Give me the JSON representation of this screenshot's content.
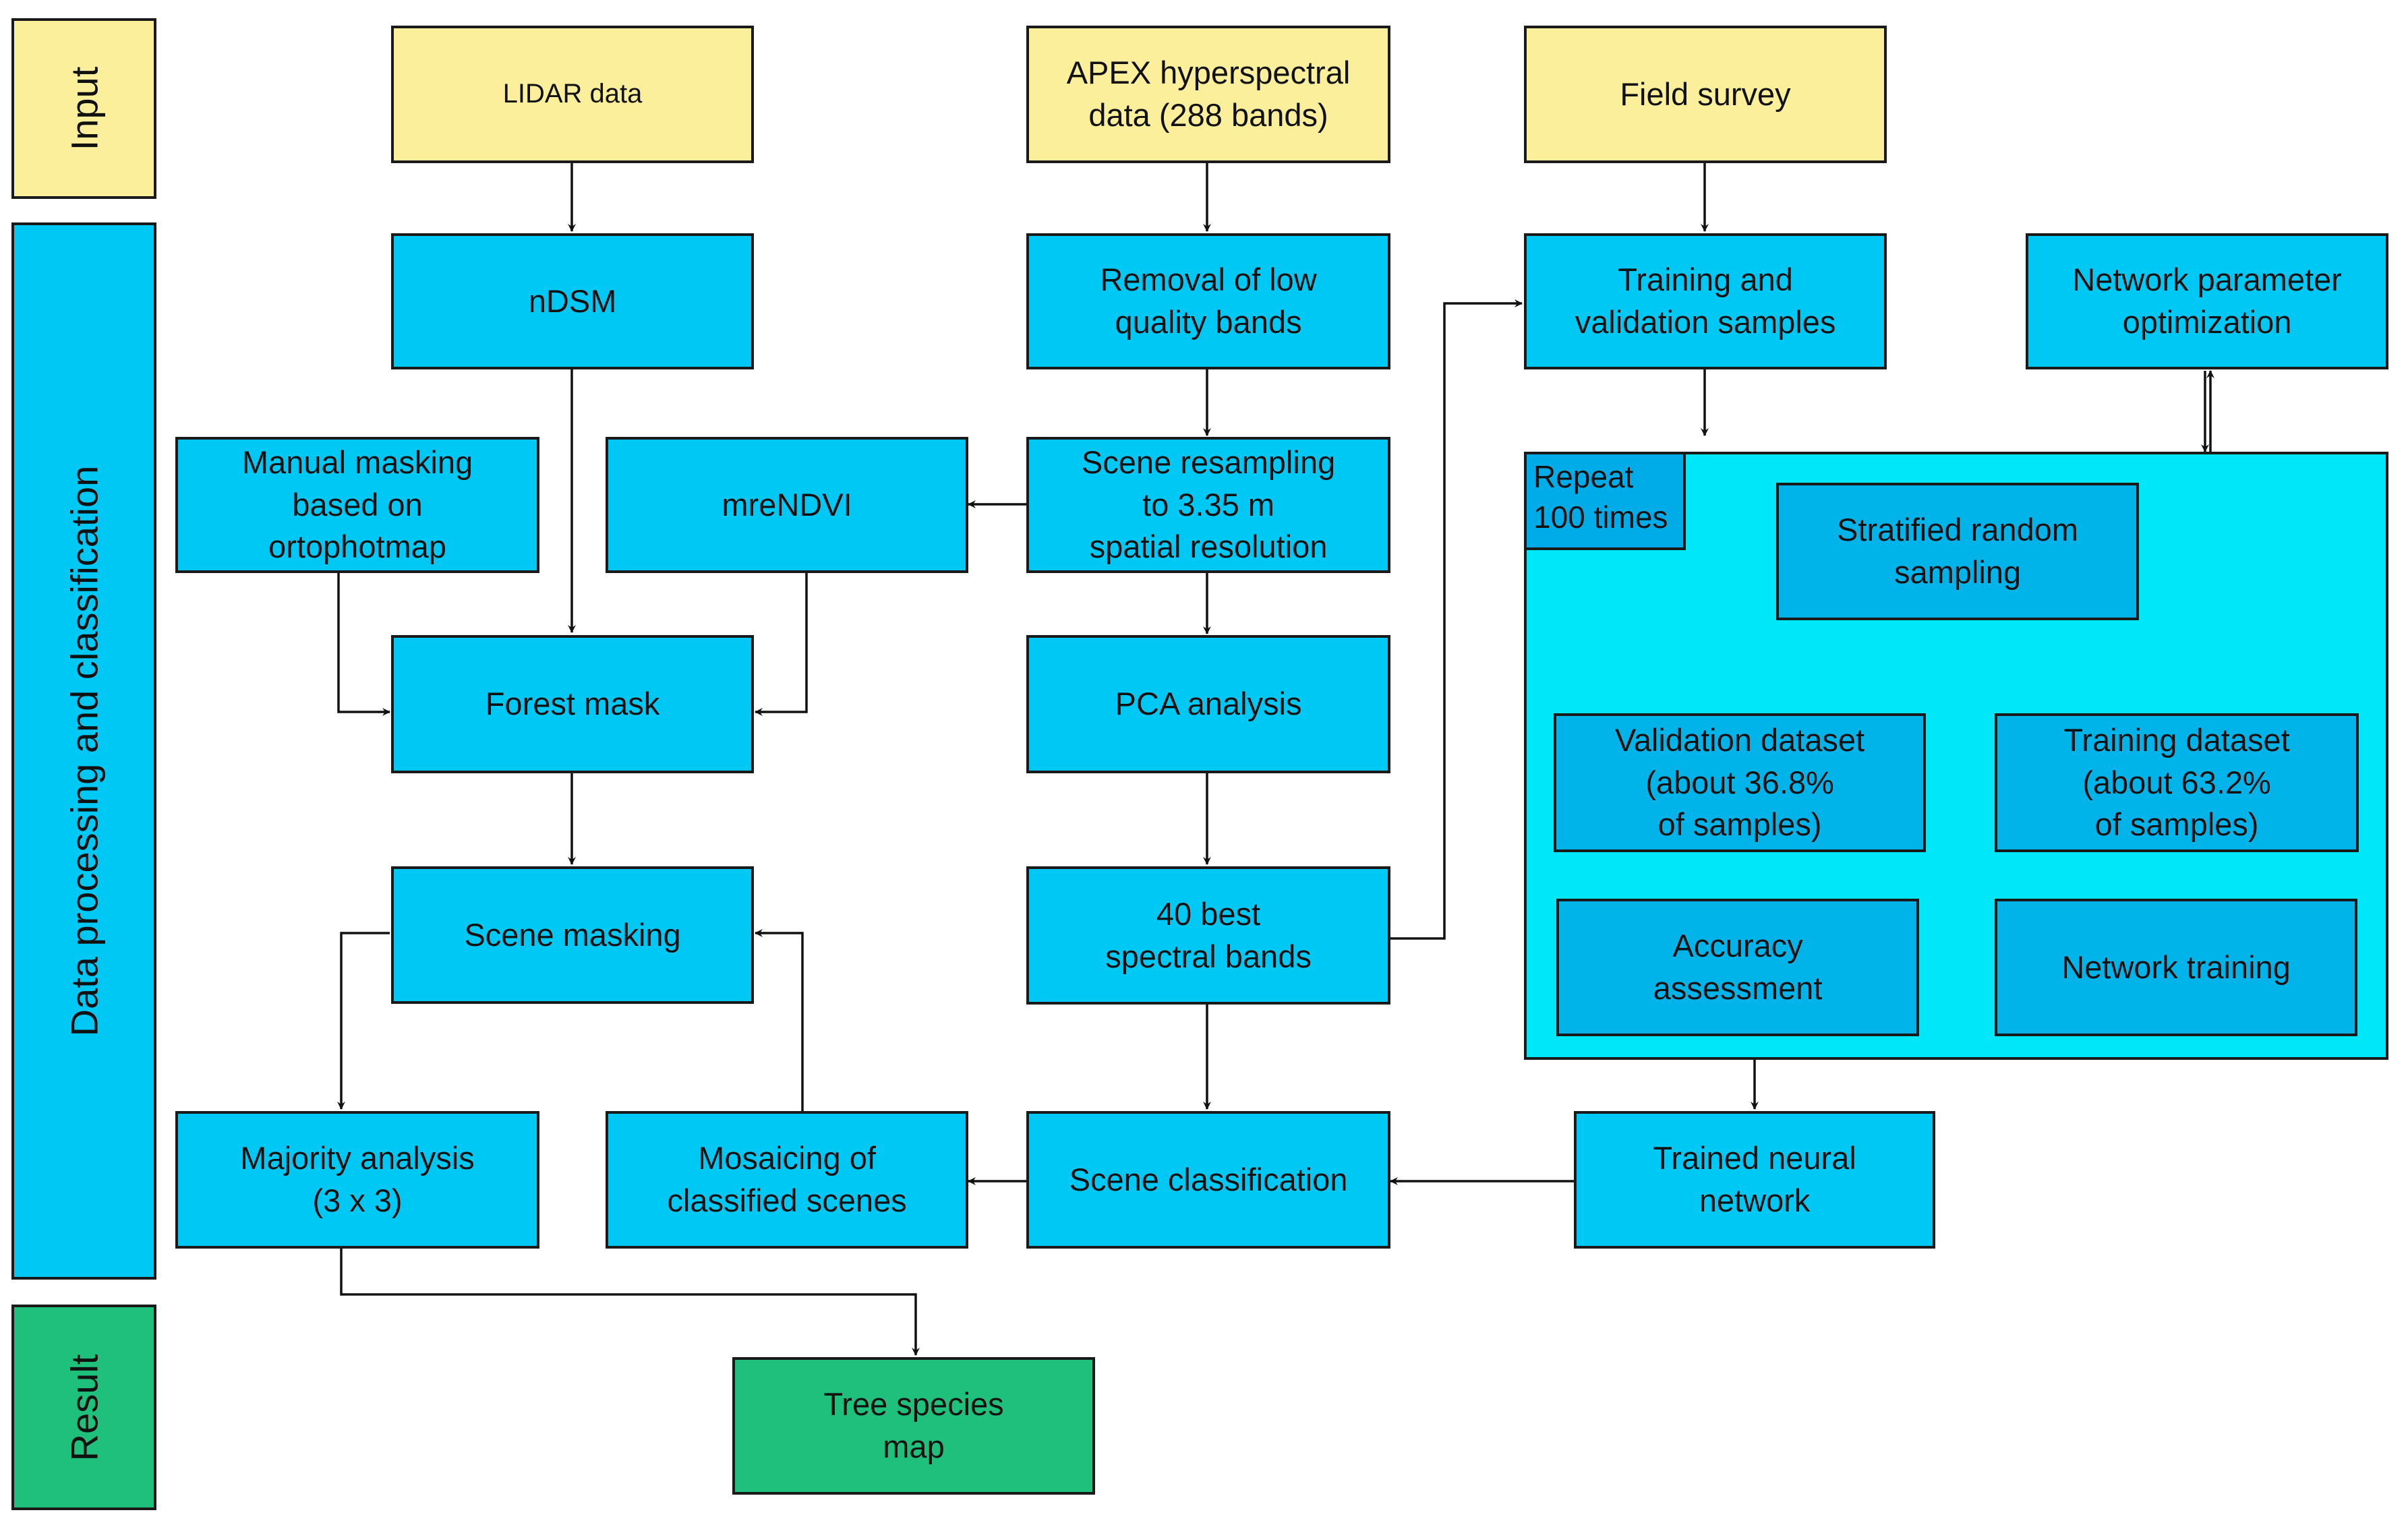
{
  "bands": {
    "input": "Input",
    "processing": "Data processing and classification",
    "result": "Result"
  },
  "nodes": {
    "lidar": "LIDAR data",
    "apex": "APEX hyperspectral\ndata (288 bands)",
    "field": "Field survey",
    "ndsm": "nDSM",
    "removal": "Removal of low\nquality bands",
    "training_validation": "Training and\nvalidation samples",
    "network_param": "Network parameter\noptimization",
    "manual_masking": "Manual masking\nbased on\nortophotmap",
    "mrendvi": "mreNDVI",
    "resampling": "Scene resampling\nto 3.35 m\nspatial resolution",
    "forest_mask": "Forest mask",
    "pca": "PCA analysis",
    "scene_masking": "Scene masking",
    "best_bands": "40 best\nspectral bands",
    "majority": "Majority analysis\n(3 x 3)",
    "mosaicing": "Mosaicing of\nclassified scenes",
    "scene_classification": "Scene classification",
    "trained_network": "Trained neural\nnetwork",
    "tree_map": "Tree species\nmap",
    "stratified": "Stratified random\nsampling",
    "validation_dataset": "Validation dataset\n(about 36.8%\nof samples)",
    "training_dataset": "Training dataset\n(about 63.2%\nof samples)",
    "accuracy": "Accuracy\nassessment",
    "network_training": "Network training"
  },
  "repeat_label": "Repeat\n100 times",
  "colors": {
    "input": "#fbef9c",
    "process": "#00c8f5",
    "repeat_region": "#00e7f9",
    "repeat_inner": "#00b4ea",
    "result": "#1fc07b"
  }
}
